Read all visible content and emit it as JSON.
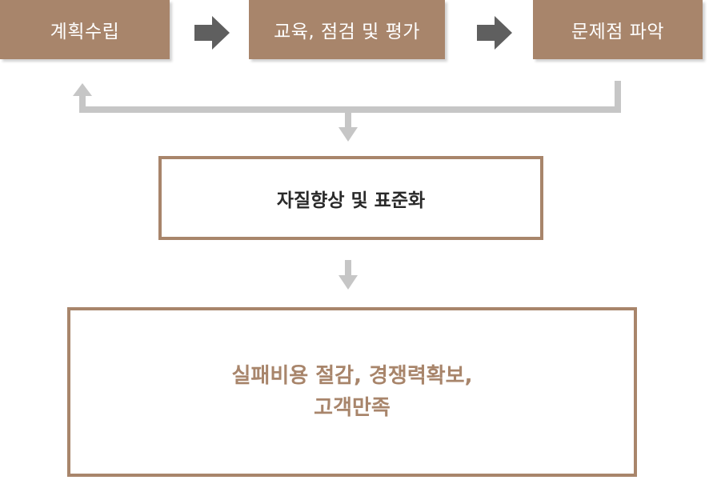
{
  "flow_steps": [
    {
      "label": "계획수립"
    },
    {
      "label": "교육, 점검 및 평가"
    },
    {
      "label": "문제점 파악"
    }
  ],
  "outcome": {
    "label": "자질향상 및 표준화"
  },
  "result": {
    "line1": "실패비용 절감, 경쟁력확보,",
    "line2": "고객만족"
  },
  "colors": {
    "box_fill": "#a8856b",
    "arrow_dark": "#5f5f5f",
    "arrow_light": "#c6c6c6",
    "result_text": "#a8856b"
  }
}
